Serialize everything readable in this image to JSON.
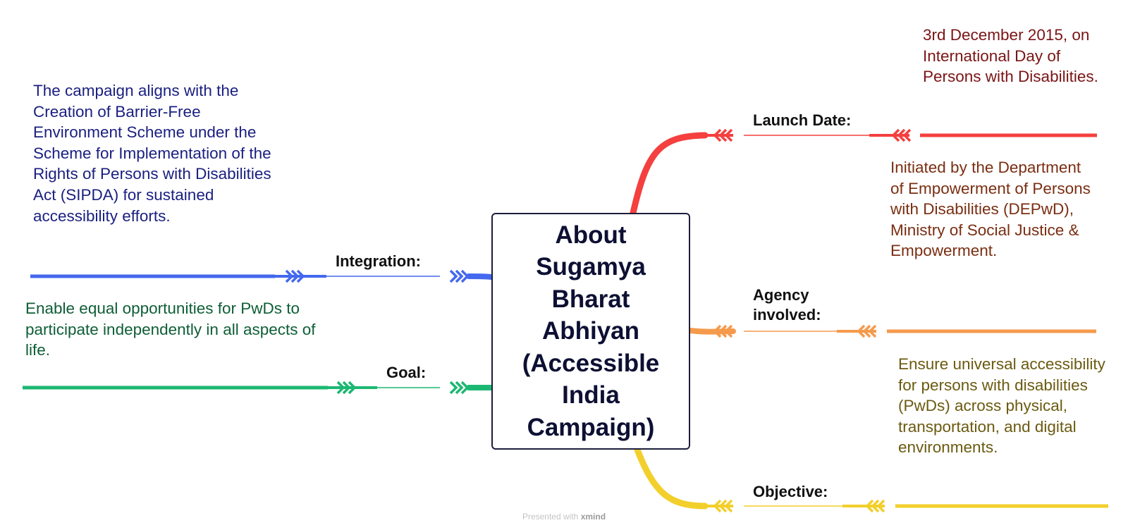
{
  "central_topic": "About\nSugamya\nBharat\nAbhiyan\n(Accessible\nIndia\nCampaign)",
  "colors": {
    "red": "#f4403f",
    "orange": "#f59a4c",
    "yellow": "#f2cf2b",
    "blue": "#4469ee",
    "green": "#1cb872",
    "launch_text": "#7a1416",
    "agency_text": "#7a2e12",
    "objective_text": "#6b5a10",
    "integration_text": "#1a1f80",
    "goal_text": "#0e5e36",
    "central_border": "#1d1d3b"
  },
  "branches": {
    "launch": {
      "label": "Launch Date:",
      "detail": "3rd December 2015, on International Day of Persons with Disabilities."
    },
    "agency": {
      "label": "Agency involved:",
      "detail": "Initiated by the Department of Empowerment of Persons with Disabilities (DEPwD), Ministry of Social Justice & Empowerment."
    },
    "objective": {
      "label": "Objective:",
      "detail": "Ensure universal accessibility for persons with disabilities (PwDs) across physical, transportation, and digital environments."
    },
    "integration": {
      "label": "Integration:",
      "detail": "The campaign aligns with the Creation of Barrier-Free Environment Scheme under the Scheme for Implementation of the Rights of Persons with Disabilities Act (SIPDA) for sustained accessibility efforts."
    },
    "goal": {
      "label": "Goal:",
      "detail": "Enable equal opportunities for PwDs to participate independently in all aspects of life."
    }
  },
  "footer": {
    "presented_with": "Presented with",
    "brand": "xmind"
  }
}
